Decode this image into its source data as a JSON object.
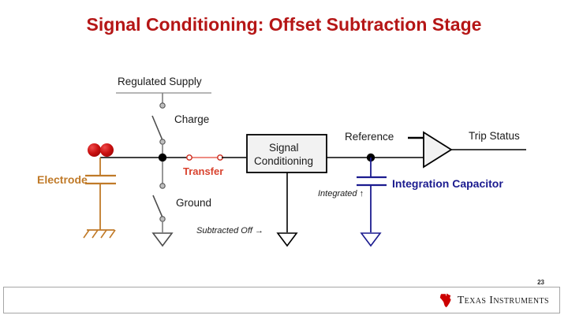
{
  "slide": {
    "title": "Signal Conditioning: Offset Subtraction Stage",
    "title_color": "#B51616",
    "background": "#FFFFFF",
    "page_number": "23"
  },
  "diagram": {
    "type": "circuit-schematic",
    "labels": {
      "regulated_supply": "Regulated Supply",
      "charge": "Charge",
      "transfer": "Transfer",
      "ground": "Ground",
      "electrode": "Electrode",
      "signal_conditioning_line1": "Signal",
      "signal_conditioning_line2": "Conditioning",
      "reference": "Reference",
      "trip_status": "Trip Status",
      "integration_capacitor": "Integration Capacitor",
      "integrated_note": "Integrated ↑",
      "subtracted_note": "Subtracted Off →"
    },
    "colors": {
      "wire": "#000000",
      "switch_open": "#7F7F7F",
      "transfer_red": "#E04A3A",
      "electrode_orange": "#C07A28",
      "integration_blue": "#1B1B8F",
      "particle_red": "#C80F0F",
      "box_fill": "#F2F2F2"
    },
    "switch_states": {
      "charge": "open",
      "transfer": "closed",
      "ground": "open"
    }
  },
  "footer": {
    "company": "Texas Instruments",
    "logo_color": "#CC0000"
  }
}
